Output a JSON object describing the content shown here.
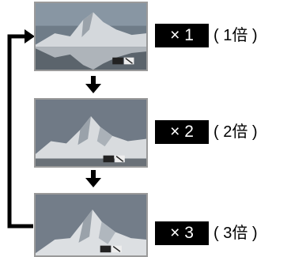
{
  "steps": [
    {
      "badge": "× 1",
      "label": "( 1倍 )"
    },
    {
      "badge": "× 2",
      "label": "( 2倍 )"
    },
    {
      "badge": "× 3",
      "label": "( 3倍 )"
    }
  ],
  "icons": {
    "down_arrow": "down-arrow-icon",
    "loop_arrow": "loop-arrow-icon",
    "battery_status": "battery-status-icon"
  },
  "colors": {
    "badge_bg": "#000000",
    "badge_text": "#ffffff",
    "frame_border": "#9a9a9a",
    "sky": "#7d8793",
    "mountain": "#d8d8d8"
  }
}
